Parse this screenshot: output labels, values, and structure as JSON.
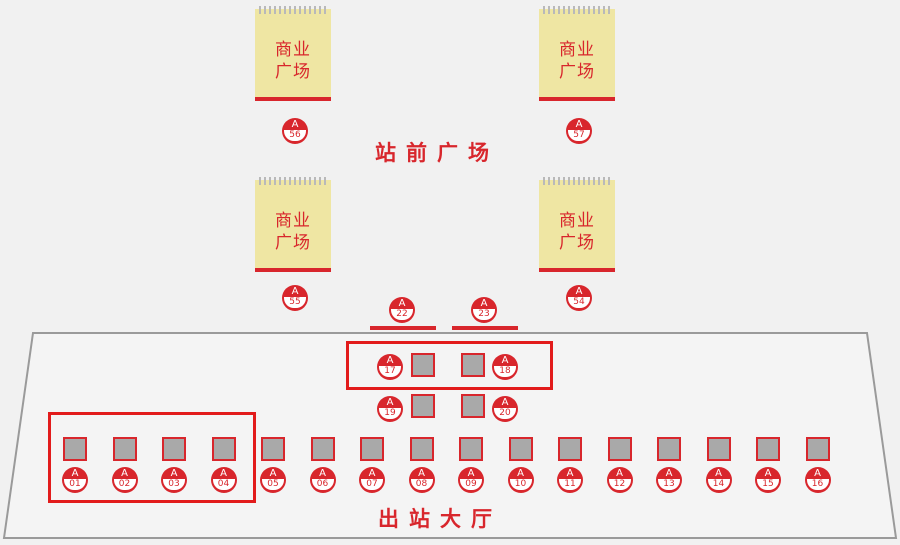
{
  "labels": {
    "plaza": "站前广场",
    "hall": "出站大厅",
    "commercial_line1": "商业",
    "commercial_line2": "广场"
  },
  "exit_prefix": "A",
  "plaza_exits": [
    "56",
    "57",
    "55",
    "54"
  ],
  "upper_exits": [
    "22",
    "23"
  ],
  "center_exits": [
    "17",
    "18",
    "19",
    "20"
  ],
  "bottom_exits": [
    "01",
    "02",
    "03",
    "04",
    "05",
    "06",
    "07",
    "08",
    "09",
    "10",
    "11",
    "12",
    "13",
    "14",
    "15",
    "16"
  ],
  "colors": {
    "accent": "#d8262c",
    "building": "#efe6a3",
    "gate": "#a9a9a9"
  }
}
